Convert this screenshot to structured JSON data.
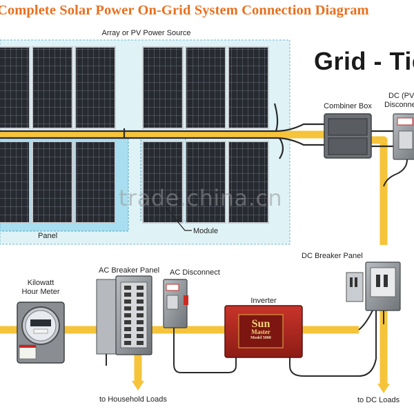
{
  "title": "Complete Solar Power On-Grid System Connection Diagram",
  "headline": "Grid - Tie",
  "labels": {
    "array": "Array or PV Power Source",
    "panel": "Panel",
    "module": "Module",
    "combiner_box": "Combiner Box",
    "dc_disconnect_line1": "DC (PV)",
    "dc_disconnect_line2": "Disconnect",
    "dc_breaker_panel": "DC  Breaker Panel",
    "inverter": "Inverter",
    "ac_disconnect": "AC Disconnect",
    "ac_breaker_panel": "AC Breaker Panel",
    "kilowatt_line1": "Kilowatt",
    "kilowatt_line2": "Hour Meter",
    "household_loads": "to Household Loads",
    "dc_loads": "to DC Loads"
  },
  "inverter_brand": {
    "line1": "Sun",
    "line2": "Master",
    "model": "Model 5000"
  },
  "watermark": "trade.china.cn",
  "colors": {
    "title": "#e8701e",
    "wire": "#f6c43a",
    "array_background": "#dff3f7",
    "panel_highlight": "#a8def0",
    "solar_cell": "#23262c",
    "inverter": "#b5281f",
    "equipment_gray": "#8e9296"
  }
}
